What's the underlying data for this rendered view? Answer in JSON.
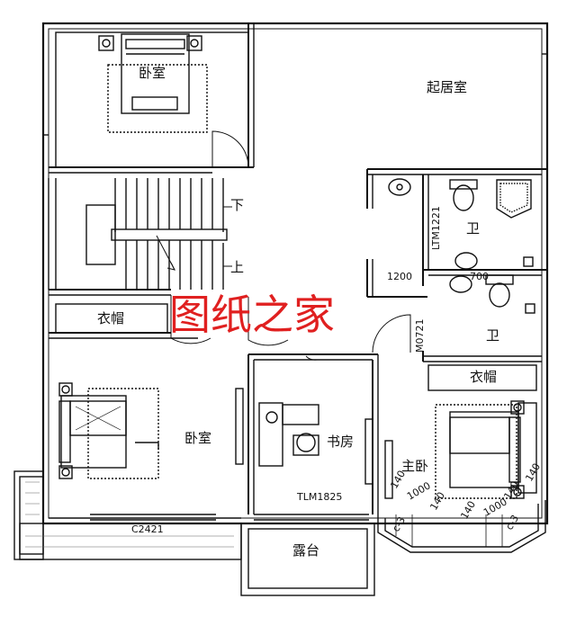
{
  "rooms": {
    "bedroom_top": "卧室",
    "living_room": "起居室",
    "bath_1": "卫",
    "bath_2": "卫",
    "closet_left": "衣帽",
    "closet_right": "衣帽",
    "bedroom_left": "卧室",
    "study": "书房",
    "master_bedroom": "主卧",
    "balcony": "露台"
  },
  "stairs": {
    "down": "下",
    "up": "上"
  },
  "codes": {
    "ltm1221": "LTM1221",
    "m0721": "M0721",
    "tlm1825": "TLM1825",
    "c2421": "C2421"
  },
  "dimensions": {
    "d1200": "1200",
    "d700": "700",
    "d140_a": "140",
    "d1000": "1000",
    "d140_b": "140",
    "d140_c": "140",
    "d1000_b": "1000",
    "d140_d": "140",
    "d140_e": "140",
    "c3_a": "c-3",
    "c3_b": "c-3"
  },
  "watermark": "图纸之家"
}
